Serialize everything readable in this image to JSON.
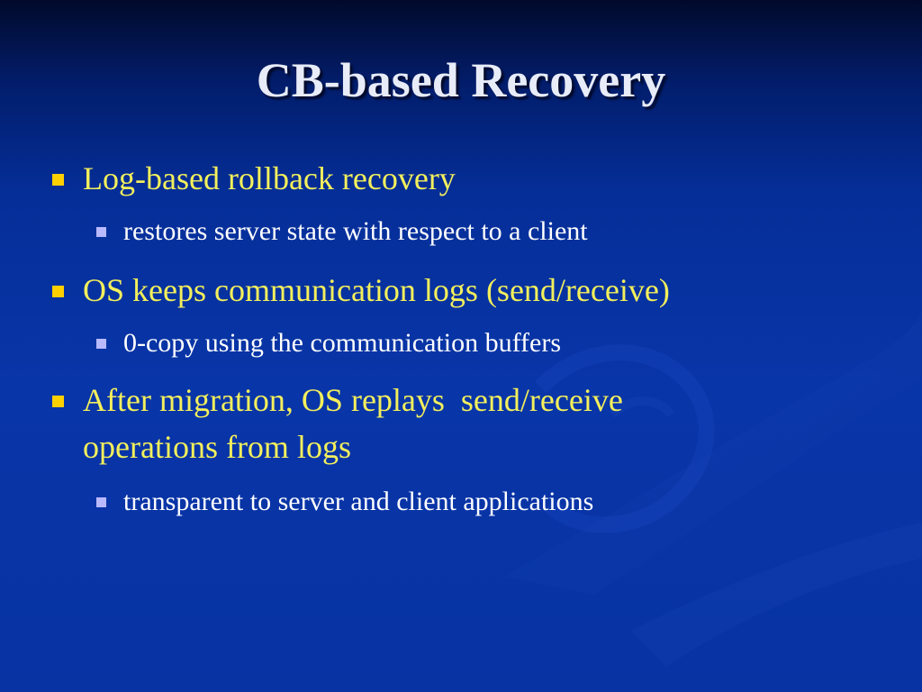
{
  "slide": {
    "title": "CB-based Recovery",
    "bullets": [
      {
        "text": "Log-based rollback recovery"
      },
      {
        "text": "restores server state with respect to a client"
      },
      {
        "text": "OS keeps communication logs (send/receive)"
      },
      {
        "text": "0-copy using the communication buffers"
      },
      {
        "line1": "After migration, OS replays  send/receive",
        "line2": "operations from logs"
      },
      {
        "text": "transparent to server and client applications"
      }
    ]
  },
  "colors": {
    "background": "#0835a8",
    "title": "#e8ecf8",
    "level1_text": "#f3ef5c",
    "level1_bullet": "#ffd000",
    "level2_text": "#ffffff",
    "level2_bullet": "#b9b9ff"
  }
}
